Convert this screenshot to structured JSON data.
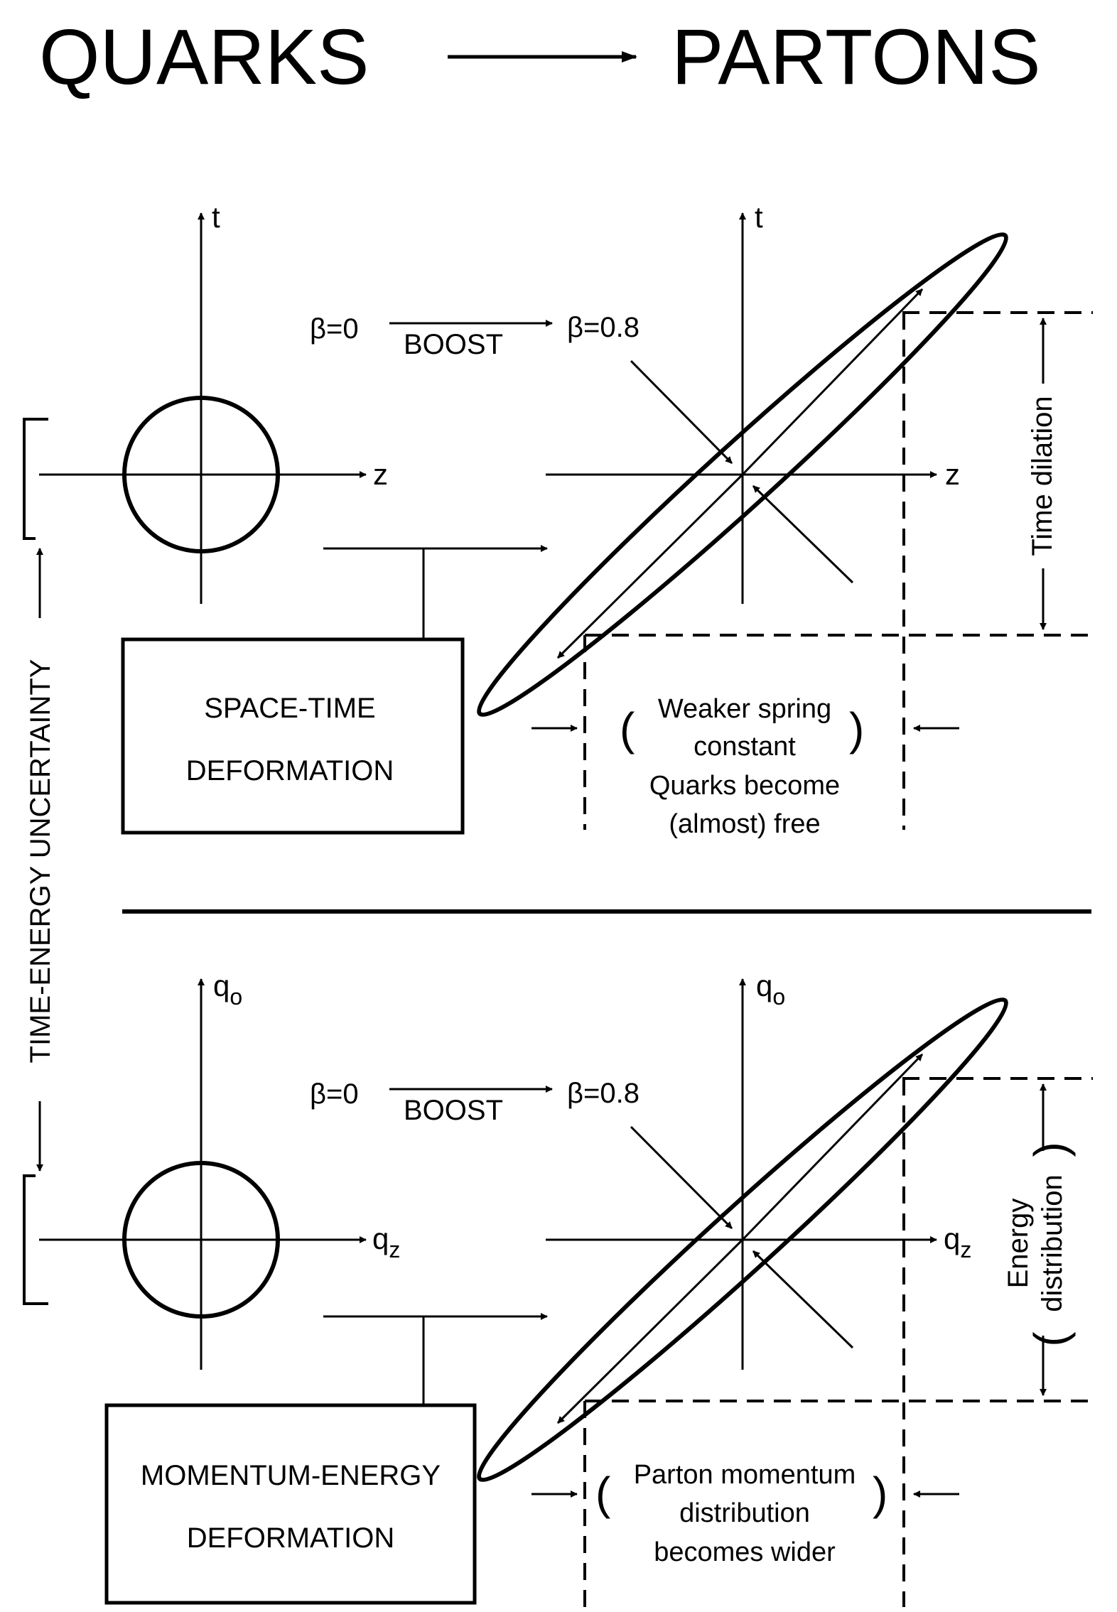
{
  "title": {
    "left": "QUARKS",
    "right": "PARTONS"
  },
  "top_panel": {
    "axis_t_left": "t",
    "axis_z_left": "z",
    "axis_t_right": "t",
    "axis_z_right": "z",
    "beta_start": "β=0",
    "boost": "BOOST",
    "beta_end": "β=0.8",
    "box_line1": "SPACE-TIME",
    "box_line2": "DEFORMATION",
    "note_line1": "Weaker spring",
    "note_line2": "constant",
    "note_line3": "Quarks become",
    "note_line4": "(almost) free",
    "side_label": "Time dilation"
  },
  "bottom_panel": {
    "axis_q0_left": "q",
    "axis_q0_left_sub": "o",
    "axis_qz_left": "q",
    "axis_qz_left_sub": "z",
    "axis_q0_right": "q",
    "axis_q0_right_sub": "o",
    "axis_qz_right": "q",
    "axis_qz_right_sub": "z",
    "beta_start": "β=0",
    "boost": "BOOST",
    "beta_end": "β=0.8",
    "box_line1": "MOMENTUM-ENERGY",
    "box_line2": "DEFORMATION",
    "note_line1": "Parton momentum",
    "note_line2": "distribution",
    "note_line3": "becomes wider",
    "side_label_line1": "Energy",
    "side_label_line2": "distribution"
  },
  "left_label": "TIME-ENERGY UNCERTAINTY",
  "paren_open": "(",
  "paren_close": ")"
}
